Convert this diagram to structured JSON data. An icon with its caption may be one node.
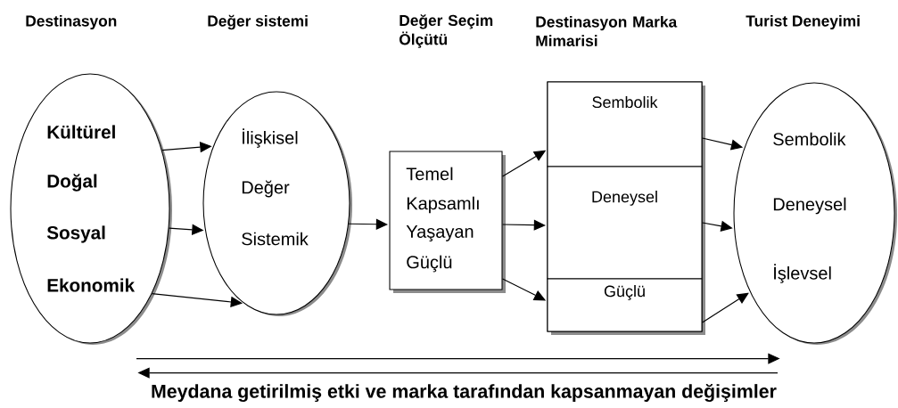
{
  "diagram": {
    "nodes": [
      {
        "text": [
          "Kültürel",
          "Doğal",
          "Sosyal",
          "Ekonomik"
        ]
      },
      {
        "text": [
          "İlişkisel",
          "Değer",
          "Sistemik"
        ]
      },
      {
        "text": [
          "Temel",
          "Kapsamlı",
          "Yaşayan",
          "Güçlü"
        ]
      },
      {
        "text": [],
        "shape": "box"
      },
      {
        "text": [
          "Sembolik"
        ],
        "in": 3
      },
      {
        "text": [
          "Deneysel"
        ],
        "in": 3
      },
      {
        "text": [
          "Güçlü"
        ],
        "in": 3
      },
      {
        "text": [
          "Sembolik",
          "Deneysel",
          "İşlevsel"
        ]
      }
    ],
    "edges": [
      {
        "from": 0,
        "to": 1,
        "arrow": "to"
      },
      {
        "from": 0,
        "to": 1,
        "arrow": "to"
      },
      {
        "from": 0,
        "to": 1,
        "arrow": "to"
      },
      {
        "from": 1,
        "to": 2,
        "arrow": "to"
      },
      {
        "from": 2,
        "to": 4,
        "arrow": "to"
      },
      {
        "from": 2,
        "to": 5,
        "arrow": "to"
      },
      {
        "from": 2,
        "to": 6,
        "arrow": "to"
      },
      {
        "from": 4,
        "to": 7,
        "arrow": "to"
      },
      {
        "from": 5,
        "to": 7,
        "arrow": "to"
      },
      {
        "from": 6,
        "to": 7,
        "arrow": "to"
      },
      {
        "from": 0,
        "to": 7,
        "arrow": "to"
      },
      {
        "from": 7,
        "to": 0,
        "arrow": "to"
      }
    ],
    "labels": [
      "Destinasyon",
      "Değer sistemi",
      "Değer Seçim Ölçütü",
      "Destinasyon Marka Mimarisi",
      "Turist Deneyimi",
      "Meydana getirilmiş etki ve marka tarafından kapsanmayan değişimler"
    ]
  }
}
